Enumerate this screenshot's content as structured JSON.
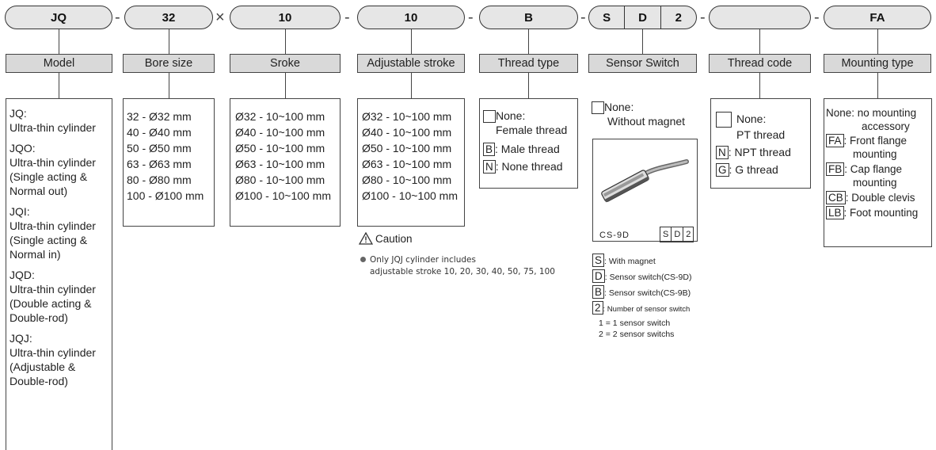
{
  "codes": {
    "model": "JQ",
    "bore": "32",
    "stroke": "10",
    "adj_stroke": "10",
    "thread_type": "B",
    "sensor": [
      "S",
      "D",
      "2"
    ],
    "thread_code": "",
    "mounting": "FA"
  },
  "separators": {
    "times": "×",
    "dash": "-"
  },
  "headers": {
    "model": "Model",
    "bore": "Bore size",
    "stroke": "Sroke",
    "adj_stroke": "Adjustable stroke",
    "thread_type": "Thread type",
    "sensor": "Sensor Switch",
    "thread_code": "Thread code",
    "mounting": "Mounting type"
  },
  "model_list": [
    "JQ:",
    "Ultra-thin cylinder",
    "JQO:",
    "Ultra-thin cylinder",
    "(Single acting &",
    " Normal out)",
    "JQI:",
    "Ultra-thin cylinder",
    "(Single acting &",
    " Normal in)",
    "JQD:",
    "Ultra-thin cylinder",
    "(Double acting &",
    " Double-rod)",
    "JQJ:",
    "Ultra-thin cylinder",
    "(Adjustable &",
    " Double-rod)"
  ],
  "bore_list": [
    "32 - Ø32 mm",
    "40 - Ø40 mm",
    "50 - Ø50 mm",
    "63 - Ø63 mm",
    "80 - Ø80 mm",
    "100 - Ø100 mm"
  ],
  "stroke_list": [
    "Ø32 - 10~100 mm",
    "Ø40 - 10~100 mm",
    "Ø50 - 10~100 mm",
    "Ø63 - 10~100 mm",
    "Ø80 - 10~100 mm",
    "Ø100 - 10~100 mm"
  ],
  "adj_stroke_list": [
    "Ø32 - 10~100 mm",
    "Ø40 - 10~100 mm",
    "Ø50 - 10~100 mm",
    "Ø63 - 10~100 mm",
    "Ø80 - 10~100 mm",
    "Ø100 - 10~100 mm"
  ],
  "caution": {
    "title": "Caution",
    "line1": "Only JQJ cylinder includes",
    "line2": "adjustable stroke 10, 20, 30, 40, 50, 75, 100"
  },
  "thread_type": {
    "none_label": "None:",
    "none_desc": "Female thread",
    "items": [
      {
        "code": "B",
        "desc": ": Male thread"
      },
      {
        "code": "N",
        "desc": ": None thread"
      }
    ]
  },
  "sensor": {
    "none_label": "None:",
    "none_desc": "Without magnet",
    "model_label": "CS-9D",
    "code_boxes": [
      "S",
      "D",
      "2"
    ],
    "items": [
      {
        "code": "S",
        "desc": ": With magnet"
      },
      {
        "code": "D",
        "desc": ": Sensor switch(CS-9D)"
      },
      {
        "code": "B",
        "desc": ": Sensor switch(CS-9B)"
      },
      {
        "code": "2",
        "desc": ": Number of sensor switch"
      }
    ],
    "count_notes": [
      "1 = 1 sensor switch",
      "2 = 2 sensor switchs"
    ]
  },
  "thread_code": {
    "none_label": "None:",
    "none_desc": "PT thread",
    "items": [
      {
        "code": "N",
        "desc": ": NPT thread"
      },
      {
        "code": "G",
        "desc": ": G thread"
      }
    ]
  },
  "mounting": {
    "none_label": "None: no mounting",
    "none_desc": "accessory",
    "items": [
      {
        "code": "FA",
        "desc": ": Front flange",
        "desc2": "mounting"
      },
      {
        "code": "FB",
        "desc": ": Cap flange",
        "desc2": "mounting"
      },
      {
        "code": "CB",
        "desc": ": Double clevis",
        "desc2": ""
      },
      {
        "code": "LB",
        "desc": ": Foot mounting",
        "desc2": ""
      }
    ]
  }
}
